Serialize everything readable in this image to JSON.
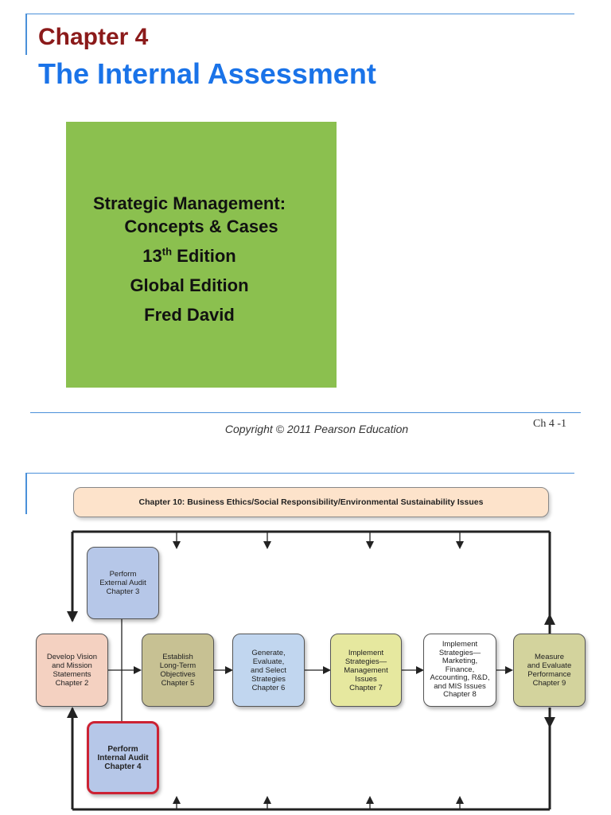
{
  "slide1": {
    "chapter": "Chapter 4",
    "title": "The Internal Assessment",
    "book": {
      "line1": "Strategic Management:",
      "line2": "Concepts & Cases",
      "edition_number": "13",
      "edition_sup": "th",
      "edition_word": " Edition",
      "line4": "Global Edition",
      "line5": "Fred David"
    },
    "copyright": "Copyright © 2011 Pearson Education",
    "page_number": "Ch 4 -1"
  },
  "diagram": {
    "banner": "Chapter 10: Business Ethics/Social Responsibility/Environmental Sustainability Issues",
    "external_audit": "Perform\nExternal Audit\nChapter 3",
    "vision": "Develop Vision\nand Mission\nStatements\nChapter 2",
    "objectives": "Establish\nLong-Term\nObjectives\nChapter 5",
    "strategies": "Generate,\nEvaluate,\nand Select\nStrategies\nChapter 6",
    "implement_mgmt": "Implement\nStrategies—\nManagement\nIssues\nChapter 7",
    "implement_mkt": "Implement\nStrategies—\nMarketing,\nFinance,\nAccounting, R&D,\nand MIS Issues\nChapter 8",
    "measure": "Measure\nand Evaluate\nPerformance\nChapter 9",
    "internal_audit": "Perform\nInternal Audit\nChapter 4"
  },
  "colors": {
    "chapter": "#8b1a1a",
    "title": "#1a73e8",
    "cover": "#8bc04f",
    "rule": "#4a90d9",
    "highlight": "#cc2233"
  }
}
